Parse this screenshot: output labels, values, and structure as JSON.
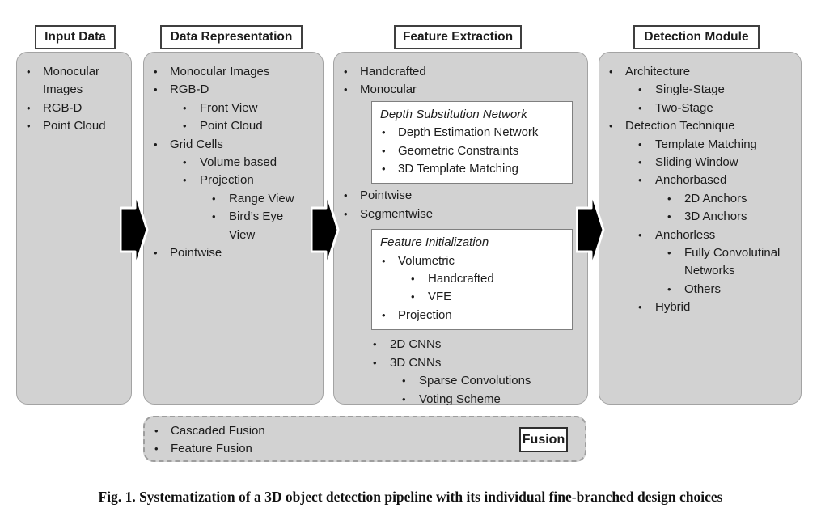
{
  "figure": {
    "caption": "Fig. 1. Systematization of a 3D object detection pipeline with its individual fine-branched design choices",
    "colors": {
      "box_fill": "#d2d2d2",
      "box_border": "#a3a3a3",
      "title_border": "#3f3f3f",
      "arrow_fill": "#000000",
      "arrow_outline": "#ffffff",
      "text": "#1c1c1c"
    },
    "arrow_icon": "flow-arrow-right",
    "columns": [
      {
        "id": "input-data",
        "title": "Input Data",
        "segments": [
          {
            "type": "list",
            "items": [
              {
                "level": 1,
                "text": "Monocular\nImages"
              },
              {
                "level": 1,
                "text": "RGB-D"
              },
              {
                "level": 1,
                "text": "Point Cloud"
              }
            ]
          }
        ]
      },
      {
        "id": "data-representation",
        "title": "Data Representation",
        "segments": [
          {
            "type": "list",
            "items": [
              {
                "level": 1,
                "text": "Monocular Images"
              },
              {
                "level": 1,
                "text": "RGB-D"
              },
              {
                "level": 2,
                "text": "Front View"
              },
              {
                "level": 2,
                "text": "Point Cloud"
              },
              {
                "level": 1,
                "text": "Grid Cells"
              },
              {
                "level": 2,
                "text": "Volume based"
              },
              {
                "level": 2,
                "text": "Projection"
              },
              {
                "level": 3,
                "text": "Range View"
              },
              {
                "level": 3,
                "text": "Bird’s Eye\nView"
              },
              {
                "level": 1,
                "text": "Pointwise"
              }
            ]
          }
        ]
      },
      {
        "id": "feature-extraction",
        "title": "Feature Extraction",
        "segments": [
          {
            "type": "list",
            "items": [
              {
                "level": 1,
                "text": "Handcrafted"
              },
              {
                "level": 1,
                "text": "Monocular"
              }
            ]
          },
          {
            "type": "subbox",
            "title": "Depth Substitution Network",
            "items": [
              {
                "level": 1,
                "text": "Depth Estimation Network"
              },
              {
                "level": 1,
                "text": "Geometric Constraints"
              },
              {
                "level": 1,
                "text": "3D Template Matching"
              }
            ]
          },
          {
            "type": "list",
            "items": [
              {
                "level": 1,
                "text": "Pointwise"
              },
              {
                "level": 1,
                "text": "Segmentwise"
              }
            ]
          },
          {
            "type": "subbox",
            "title": "Feature Initialization",
            "items": [
              {
                "level": 1,
                "text": "Volumetric"
              },
              {
                "level": 2,
                "text": "Handcrafted"
              },
              {
                "level": 2,
                "text": "VFE"
              },
              {
                "level": 1,
                "text": "Projection"
              }
            ]
          },
          {
            "type": "list",
            "items": [
              {
                "level": 2,
                "text": "2D CNNs"
              },
              {
                "level": 2,
                "text": "3D CNNs"
              },
              {
                "level": 3,
                "text": "Sparse Convolutions"
              },
              {
                "level": 3,
                "text": "Voting Scheme"
              }
            ]
          }
        ]
      },
      {
        "id": "detection-module",
        "title": "Detection Module",
        "segments": [
          {
            "type": "list",
            "items": [
              {
                "level": 1,
                "text": "Architecture"
              },
              {
                "level": 2,
                "text": "Single-Stage"
              },
              {
                "level": 2,
                "text": "Two-Stage"
              },
              {
                "level": 1,
                "text": "Detection Technique"
              },
              {
                "level": 2,
                "text": "Template Matching"
              },
              {
                "level": 2,
                "text": "Sliding Window"
              },
              {
                "level": 2,
                "text": "Anchorbased"
              },
              {
                "level": 3,
                "text": "2D Anchors"
              },
              {
                "level": 3,
                "text": "3D Anchors"
              },
              {
                "level": 2,
                "text": "Anchorless"
              },
              {
                "level": 3,
                "text": "Fully Convolutinal\nNetworks"
              },
              {
                "level": 3,
                "text": "Others"
              },
              {
                "level": 2,
                "text": "Hybrid"
              }
            ]
          }
        ]
      }
    ],
    "fusion": {
      "label": "Fusion",
      "items": [
        {
          "level": 1,
          "text": "Cascaded Fusion"
        },
        {
          "level": 1,
          "text": "Feature Fusion"
        }
      ]
    }
  }
}
